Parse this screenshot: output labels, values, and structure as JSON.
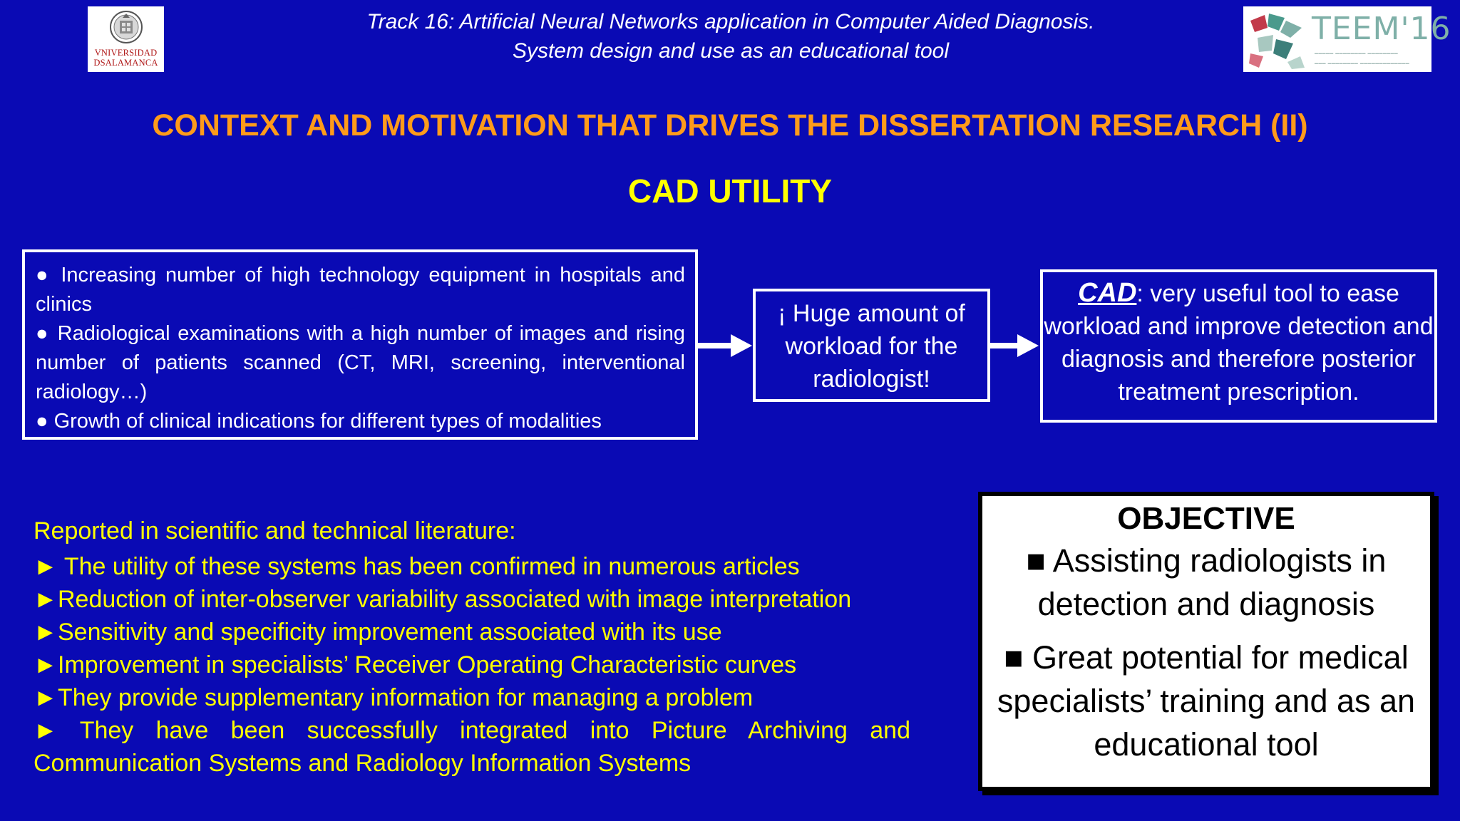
{
  "header": {
    "university_logo_text": "VNIVERSIDAD\nDSALAMANCA",
    "university_logo_line1": "VNIVERSIDAD",
    "university_logo_line2": "DSALAMANCA",
    "conference_logo_text": "TEEM'16",
    "track_line1": "Track 16:  Artificial Neural Networks application in Computer Aided Diagnosis.",
    "track_line2": "System design and use as an educational tool"
  },
  "slide": {
    "title": "CONTEXT AND MOTIVATION THAT DRIVES THE DISSERTATION RESEARCH (II)",
    "subtitle": "CAD UTILITY"
  },
  "context_box": {
    "items": [
      "● Increasing number of high technology equipment in  hospitals and clinics",
      "● Radiological examinations with a high number of images and rising number of patients scanned  (CT, MRI, screening, interventional radiology…)",
      "● Growth of clinical indications for different types of modalities"
    ]
  },
  "workload_box": {
    "text": "¡ Huge amount of workload for the radiologist!"
  },
  "cad_box": {
    "term": "CAD",
    "text": ": very useful tool to ease workload and improve detection and diagnosis and therefore posterior treatment prescription."
  },
  "literature": {
    "heading": "Reported in scientific and technical literature:",
    "marker": "►",
    "items": [
      "The utility of these systems has been confirmed in numerous articles",
      "Reduction of inter-observer variability associated with image interpretation",
      "Sensitivity and specificity improvement associated with its use",
      "Improvement in specialists’ Receiver Operating Characteristic curves",
      "They provide supplementary information for  managing a problem",
      "They have been successfully integrated into Picture Archiving and Communication Systems and Radiology Information Systems"
    ]
  },
  "objective": {
    "title": "OBJECTIVE",
    "items": [
      "■ Assisting radiologists in detection and diagnosis",
      "■ Great potential for medical specialists’ training and as an educational tool"
    ]
  },
  "colors": {
    "background": "#0a0ab4",
    "title": "#ff9b1a",
    "highlight": "#ffff00"
  }
}
